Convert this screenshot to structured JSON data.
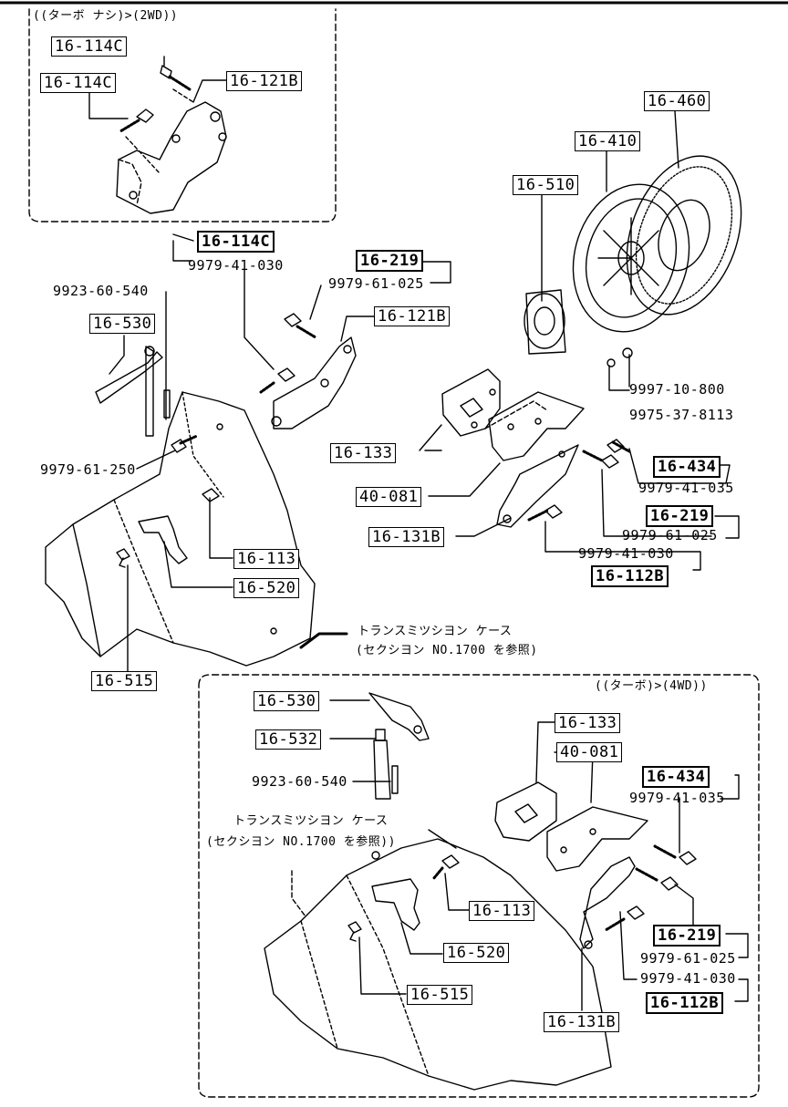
{
  "sections": {
    "top_left": {
      "variant": "((ターボ ナシ)>(2WD))"
    },
    "bottom_right": {
      "variant": "((ターボ)>(4WD))"
    }
  },
  "parts": {
    "p16_114C_a": "16-114C",
    "p16_114C_b": "16-114C",
    "p16_121B_a": "16-121B",
    "p16_460": "16-460",
    "p16_410": "16-410",
    "p16_510": "16-510",
    "p16_114C_c": "16-114C",
    "n9979_41_030_a": "9979-41-030",
    "p16_219_a": "16-219",
    "n9979_61_025_a": "9979-61-025",
    "n9923_60_540_a": "9923-60-540",
    "p16_121B_b": "16-121B",
    "p16_530_a": "16-530",
    "n9997_10_800": "9997-10-800",
    "n9975_37_8113": "9975-37-8113",
    "p16_133_a": "16-133",
    "n9979_61_250": "9979-61-250",
    "p16_434_a": "16-434",
    "n9979_41_035_a": "9979-41-035",
    "p40_081_a": "40-081",
    "p16_219_b": "16-219",
    "p16_131B_a": "16-131B",
    "n9979_61_025_b": "9979-61-025",
    "n9979_41_030_b": "9979-41-030",
    "p16_112B_a": "16-112B",
    "p16_113_a": "16-113",
    "p16_520_a": "16-520",
    "trans_case_1": "トランスミツシヨン ケース",
    "trans_ref_1": "(セクシヨン NO.1700 を参照)",
    "p16_515_a": "16-515",
    "p16_530_b": "16-530",
    "p16_133_b": "16-133",
    "p16_532": "16-532",
    "p40_081_b": "40-081",
    "n9923_60_540_b": "9923-60-540",
    "p16_434_b": "16-434",
    "n9979_41_035_b": "9979-41-035",
    "trans_case_2": "トランスミツシヨン ケース",
    "trans_ref_2": "(セクシヨン NO.1700 を参照))",
    "p16_113_b": "16-113",
    "p16_219_c": "16-219",
    "n9979_61_025_c": "9979-61-025",
    "p16_520_b": "16-520",
    "n9979_41_030_c": "9979-41-030",
    "p16_112B_b": "16-112B",
    "p16_515_b": "16-515",
    "p16_131B_b": "16-131B"
  }
}
